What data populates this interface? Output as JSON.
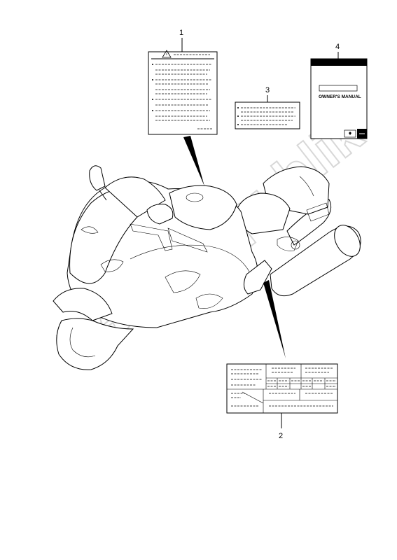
{
  "callouts": {
    "c1": "1",
    "c2": "2",
    "c3": "3",
    "c4": "4"
  },
  "manual": {
    "title": "OWNER'S MANUAL"
  },
  "watermark": "PartsRepublik",
  "icons": [
    "warning-icon",
    "language-flag-icon"
  ]
}
